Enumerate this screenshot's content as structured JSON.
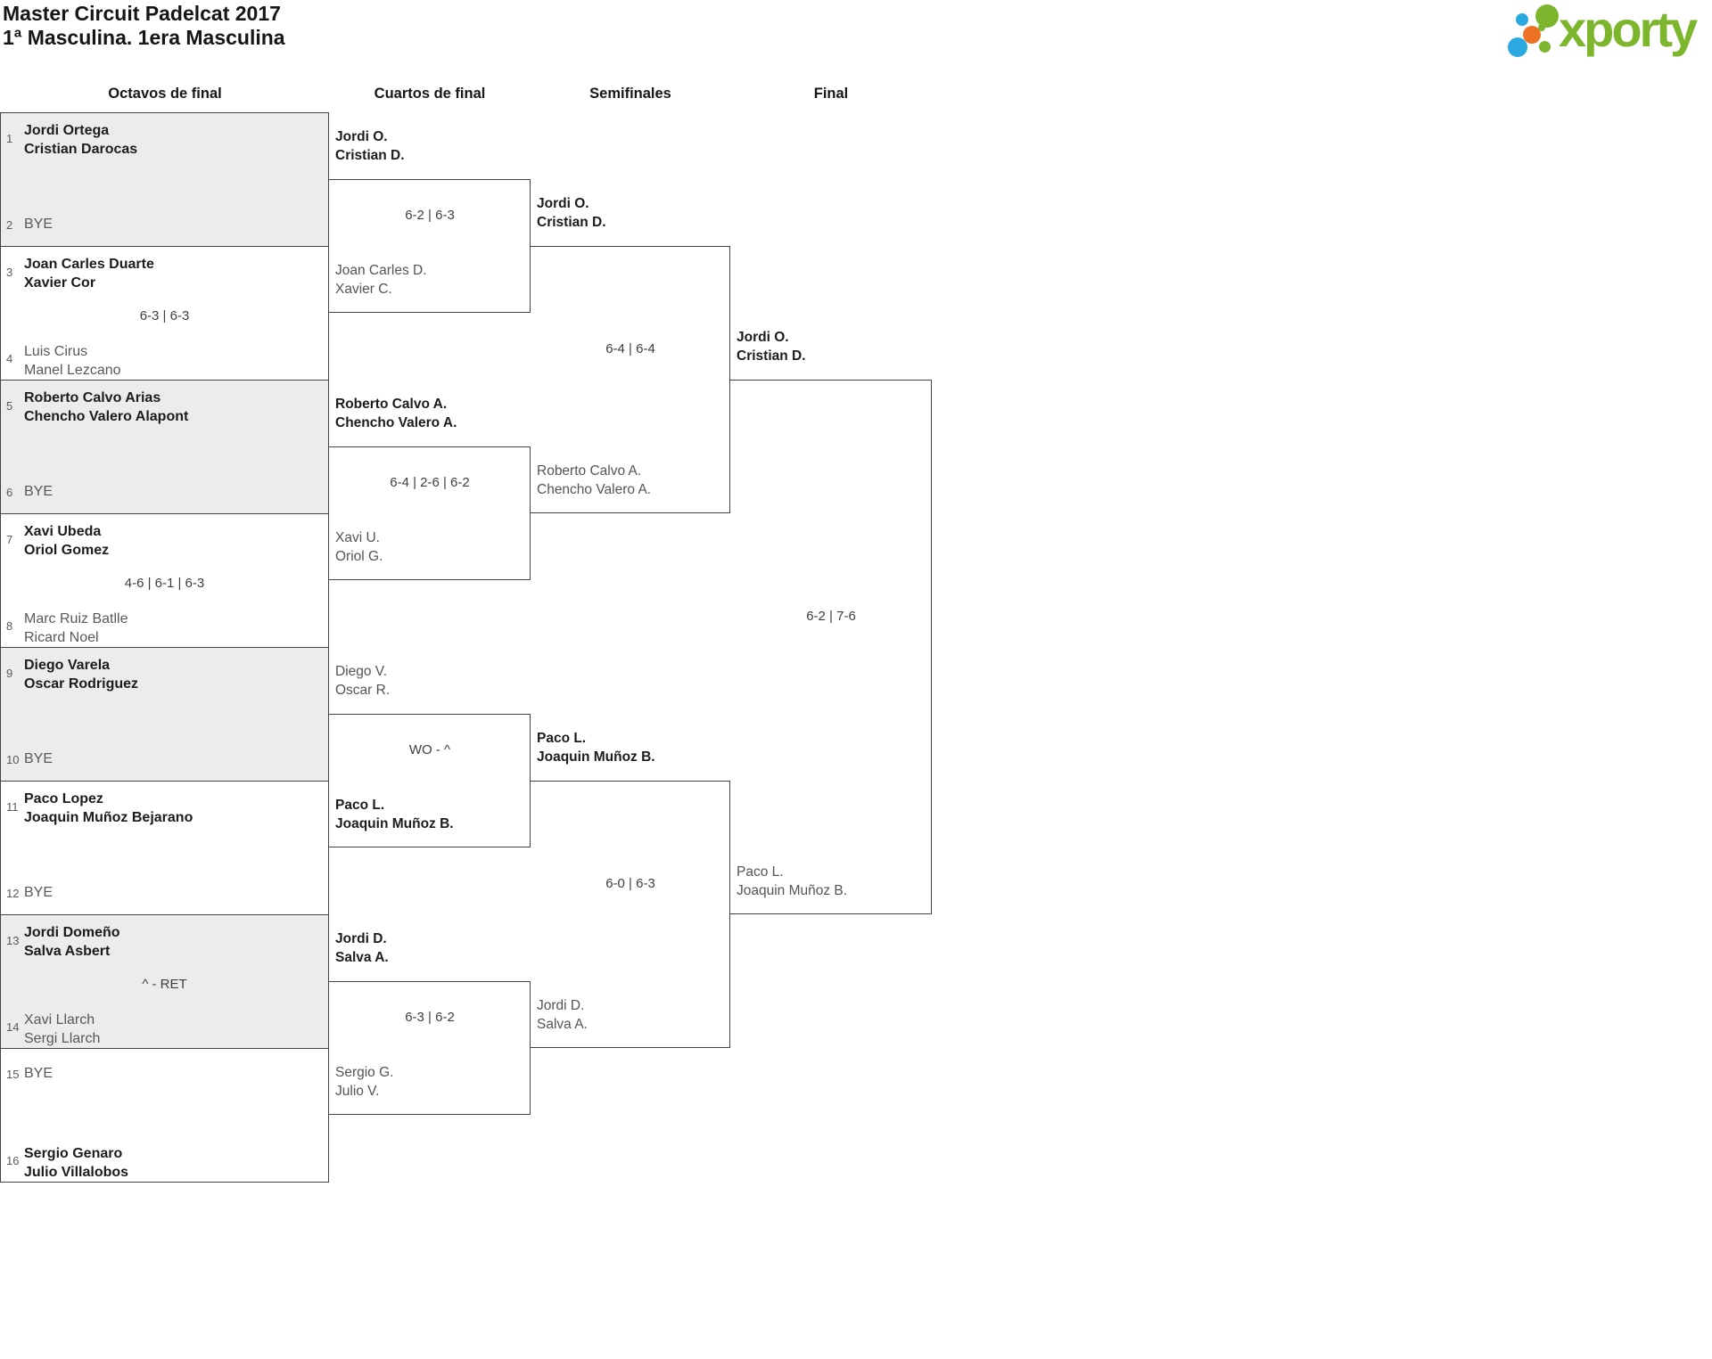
{
  "title": {
    "line1": "Master Circuit Padelcat 2017",
    "line2": "1ª Masculina. 1era Masculina"
  },
  "logo": {
    "brand": "xporty"
  },
  "headers": [
    "Octavos de final",
    "Cuartos de final",
    "Semifinales",
    "Final"
  ],
  "colors": {
    "logo_green": "#7db52d",
    "logo_blue": "#2aa9e0",
    "logo_orange": "#ed7223",
    "box_alt_bg": "#ececec",
    "border": "#444444"
  },
  "octavos": [
    {
      "top": {
        "seed": "1",
        "l1": "Jordi Ortega",
        "l2": "Cristian Darocas"
      },
      "bottom": {
        "seed": "2",
        "l1": "BYE",
        "l2": ""
      },
      "score": ""
    },
    {
      "top": {
        "seed": "3",
        "l1": "Joan Carles Duarte",
        "l2": "Xavier Cor"
      },
      "bottom": {
        "seed": "4",
        "l1": "Luis Cirus",
        "l2": "Manel Lezcano"
      },
      "score": "6-3 | 6-3"
    },
    {
      "top": {
        "seed": "5",
        "l1": "Roberto Calvo Arias",
        "l2": "Chencho Valero Alapont"
      },
      "bottom": {
        "seed": "6",
        "l1": "BYE",
        "l2": ""
      },
      "score": ""
    },
    {
      "top": {
        "seed": "7",
        "l1": "Xavi Ubeda",
        "l2": "Oriol Gomez"
      },
      "bottom": {
        "seed": "8",
        "l1": "Marc Ruiz Batlle",
        "l2": "Ricard Noel"
      },
      "score": "4-6 | 6-1 | 6-3"
    },
    {
      "top": {
        "seed": "9",
        "l1": "Diego Varela",
        "l2": "Oscar Rodriguez"
      },
      "bottom": {
        "seed": "10",
        "l1": "BYE",
        "l2": ""
      },
      "score": ""
    },
    {
      "top": {
        "seed": "11",
        "l1": "Paco Lopez",
        "l2": "Joaquin Muñoz Bejarano"
      },
      "bottom": {
        "seed": "12",
        "l1": "BYE",
        "l2": ""
      },
      "score": ""
    },
    {
      "top": {
        "seed": "13",
        "l1": "Jordi Domeño",
        "l2": "Salva Asbert"
      },
      "bottom": {
        "seed": "14",
        "l1": "Xavi Llarch",
        "l2": "Sergi Llarch"
      },
      "score": "^ - RET"
    },
    {
      "top": {
        "seed": "15",
        "l1": "BYE",
        "l2": ""
      },
      "bottom": {
        "seed": "16",
        "l1": "Sergio Genaro",
        "l2": "Julio Villalobos"
      },
      "score": ""
    }
  ],
  "cuartos": {
    "labels": [
      {
        "l1": "Jordi O.",
        "l2": "Cristian D."
      },
      {
        "l1": "Joan Carles D.",
        "l2": "Xavier C."
      },
      {
        "l1": "Roberto Calvo A.",
        "l2": "Chencho Valero A."
      },
      {
        "l1": "Xavi U.",
        "l2": "Oriol G."
      },
      {
        "l1": "Diego V.",
        "l2": "Oscar R."
      },
      {
        "l1": "Paco L.",
        "l2": "Joaquin Muñoz B."
      },
      {
        "l1": "Jordi D.",
        "l2": "Salva A."
      },
      {
        "l1": "Sergio G.",
        "l2": "Julio V."
      }
    ],
    "scores": [
      "6-2 | 6-3",
      "6-4 | 2-6 | 6-2",
      "WO - ^",
      "6-3 | 6-2"
    ]
  },
  "semis": {
    "labels": [
      {
        "l1": "Jordi O.",
        "l2": "Cristian D."
      },
      {
        "l1": "Roberto Calvo A.",
        "l2": "Chencho Valero A."
      },
      {
        "l1": "Paco L.",
        "l2": "Joaquin Muñoz B."
      },
      {
        "l1": "Jordi D.",
        "l2": "Salva A."
      }
    ],
    "scores": [
      "6-4 | 6-4",
      "6-0 | 6-3"
    ]
  },
  "final": {
    "labels": [
      {
        "l1": "Jordi O.",
        "l2": "Cristian D."
      },
      {
        "l1": "Paco L.",
        "l2": "Joaquin Muñoz B."
      }
    ],
    "score": "6-2 | 7-6"
  }
}
